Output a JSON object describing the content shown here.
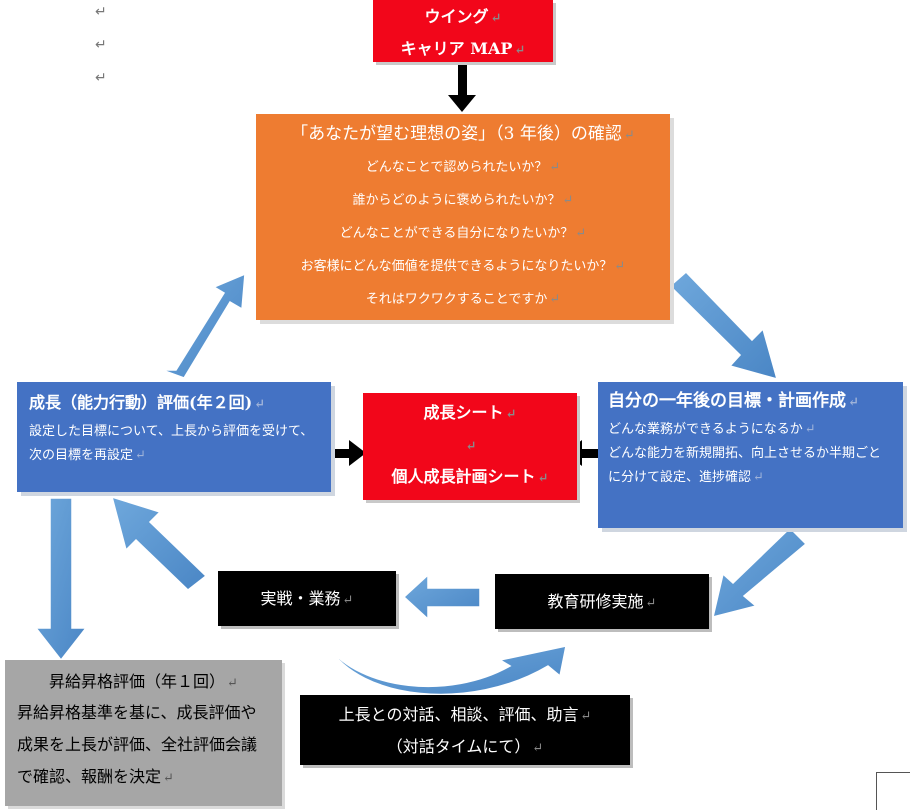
{
  "margin_marks": [
    "↵",
    "↵",
    "↵"
  ],
  "title_box": {
    "line1": "ウイング",
    "line2": "キャリア MAP"
  },
  "vision_box": {
    "heading": "「あなたが望む理想の姿」（3 年後）の確認",
    "questions": [
      "どんなことで認められたいか？",
      "誰からどのように褒められたいか？",
      "どんなことができる自分になりたいか？",
      "お客様にどんな価値を提供できるようになりたいか？",
      "それはワクワクすることですか"
    ]
  },
  "evaluation_box": {
    "heading": "成長（能力行動）評価(年２回)",
    "body": "設定した目標について、上長から評価を受けて、次の目標を再設定"
  },
  "growth_sheet_box": {
    "line1": "成長シート",
    "line2": "個人成長計画シート"
  },
  "goal_box": {
    "heading": "自分の一年後の目標・計画作成",
    "line1": "どんな業務ができるようになるか",
    "line2": "どんな能力を新規開拓、向上させるか半期ごとに分けて設定、進捗確認"
  },
  "practice_box": {
    "label": "実戦・業務"
  },
  "training_box": {
    "label": "教育研修実施"
  },
  "promotion_box": {
    "heading": "昇給昇格評価（年１回）",
    "body": "昇給昇格基準を基に、成長評価や成果を上長が評価、全社評価会議で確認、報酬を決定"
  },
  "dialogue_box": {
    "line1": "上長との対話、相談、評価、助言",
    "line2": "（対話タイムにて）"
  },
  "colors": {
    "red": "#f2061a",
    "orange": "#ee7c31",
    "blue": "#4472c4",
    "arrow_blue": "#5b9bd5",
    "gray": "#a6a6a6",
    "black": "#000000"
  }
}
